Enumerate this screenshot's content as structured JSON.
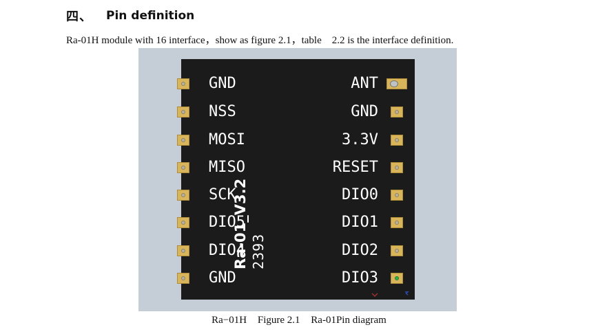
{
  "heading": {
    "number": "四、",
    "title": "Pin definition"
  },
  "intro_text": "Ra-01H module with 16 interface，show as figure 2.1，table　2.2 is the interface definition.",
  "board": {
    "model_text": "Ra-01_V3.2",
    "code_text": "2393",
    "left_pins": [
      "GND",
      "NSS",
      "MOSI",
      "MISO",
      "SCK",
      "DIO5",
      "DIO4",
      "GND"
    ],
    "right_pins": [
      "ANT",
      "GND",
      "3.3V",
      "RESET",
      "DIO0",
      "DIO1",
      "DIO2",
      "DIO3"
    ],
    "colors": {
      "background": "#c5ced6",
      "board": "#1b1b1b",
      "pad": "#d8b45a",
      "pin1_marker": "#35b04a"
    }
  },
  "caption": {
    "part1": "Ra−01H",
    "part2": "Figure 2.1",
    "part3": "Ra-01Pin diagram"
  }
}
